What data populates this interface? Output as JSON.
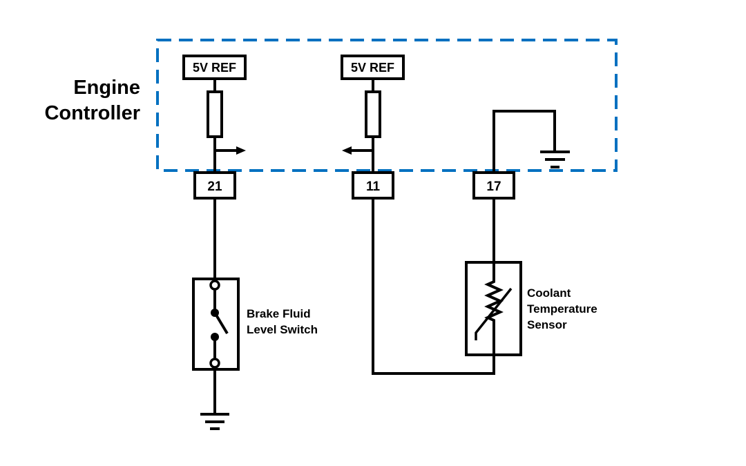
{
  "diagram": {
    "controller": {
      "title_line1": "Engine",
      "title_line2": "Controller",
      "border_color": "#0070C0",
      "references": [
        {
          "label": "5V REF"
        },
        {
          "label": "5V REF"
        }
      ]
    },
    "pins": [
      {
        "label": "21"
      },
      {
        "label": "11"
      },
      {
        "label": "17"
      }
    ],
    "components": {
      "switch": {
        "label_line1": "Brake Fluid",
        "label_line2": "Level Switch"
      },
      "sensor": {
        "label_line1": "Coolant",
        "label_line2": "Temperature",
        "label_line3": "Sensor"
      }
    }
  }
}
